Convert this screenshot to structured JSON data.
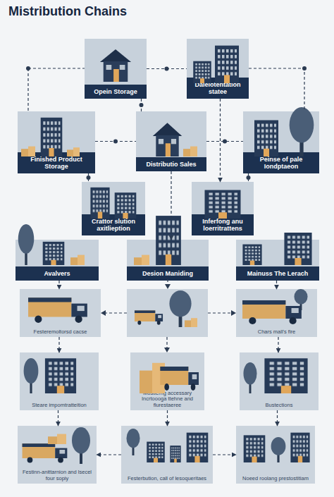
{
  "diagram": {
    "title": "Mistribution Chains",
    "nodes": [
      {
        "text": [
          "Opein Storage"
        ]
      },
      {
        "text": [
          "Dalelotentation statee"
        ]
      },
      {
        "text": [
          "Finished Product Storage"
        ]
      },
      {
        "text": [
          "Distributio Sales"
        ]
      },
      {
        "text": [
          "Peinse of pale Iondptaeon"
        ]
      },
      {
        "text": [
          "Crattor slution axitlieption"
        ]
      },
      {
        "text": [
          "Inferfong anu loerritrattens"
        ]
      },
      {
        "text": [
          "Avalvers"
        ]
      },
      {
        "text": [
          "Desion Maniding"
        ]
      },
      {
        "text": [
          "Mainuss The Lerach"
        ]
      },
      {
        "text": [
          "Festeremoltorsd cacse"
        ]
      },
      {
        "text": [
          "Chars mall's fire"
        ]
      },
      {
        "text": [
          "Steare impomtratteition"
        ]
      },
      {
        "text": [
          "Mostlerng accessary Incrtoooga ttehne and flurestaeree"
        ]
      },
      {
        "text": [
          "Bustections"
        ]
      },
      {
        "text": [
          "Festinn-anittarnion and lsecel four sopiy"
        ]
      },
      {
        "text": [
          "Festerbution, call of lesoqueritaes"
        ]
      },
      {
        "text": [
          "Noeed roolang prestostitiam"
        ]
      }
    ],
    "edges": [
      {
        "from": 0,
        "to": 1,
        "arrow": "none"
      },
      {
        "from": 0,
        "to": 3,
        "arrow": "none"
      },
      {
        "from": 2,
        "to": 3,
        "arrow": "none"
      },
      {
        "from": 3,
        "to": 4,
        "arrow": "none"
      },
      {
        "from": 2,
        "to": 5,
        "arrow": "none"
      },
      {
        "from": 4,
        "to": 6,
        "arrow": "none"
      },
      {
        "from": 1,
        "to": 6,
        "arrow": "to"
      },
      {
        "from": 3,
        "to": 8,
        "arrow": "to"
      },
      {
        "from": 7,
        "to": 10,
        "arrow": "to"
      },
      {
        "from": 9,
        "to": 11,
        "arrow": "to"
      },
      {
        "from": 10,
        "to": 12,
        "arrow": "to"
      },
      {
        "from": 11,
        "to": 14,
        "arrow": "to"
      },
      {
        "from": 12,
        "to": 15,
        "arrow": "to"
      },
      {
        "from": 13,
        "to": 16,
        "arrow": "to"
      },
      {
        "from": 14,
        "to": 17,
        "arrow": "to"
      },
      {
        "from": 16,
        "to": 15,
        "arrow": "to"
      },
      {
        "from": 16,
        "to": 17,
        "arrow": "to"
      }
    ]
  }
}
